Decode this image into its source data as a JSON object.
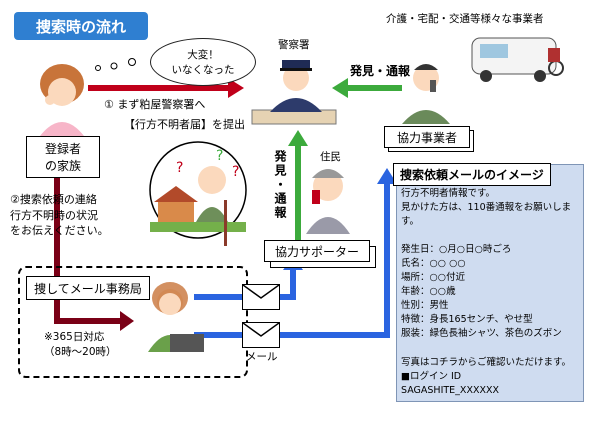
{
  "title": "捜索時の流れ",
  "cloud": {
    "line1": "大変！",
    "line2": "いなくなった"
  },
  "police_label": "警察署",
  "businesses_label": "介護・宅配・交通等様々な事業者",
  "step1": {
    "line1": "① まず粕屋警察署へ",
    "line2": "【行方不明者届】を提出"
  },
  "discovery_report": "発見・通報",
  "resident_label": "住民",
  "vertical_report": "発見・通報",
  "family": {
    "line1": "登録者",
    "line2": "の家族"
  },
  "step2": {
    "line1": "②捜索依頼の連絡",
    "line2": "行方不明時の状況",
    "line3": "をお伝えください。"
  },
  "partner_business": "協力事業者",
  "partner_supporter": "協力サポーター",
  "office": "捜してメール事務局",
  "hours": {
    "line1": "※365日対応",
    "line2": "（8時～20時）"
  },
  "mail_label": "メール",
  "mail_image": {
    "header": "捜索依頼メールのイメージ",
    "lines": [
      "行方不明者情報です。",
      "見かけた方は、110番通報をお願いしま",
      "す。",
      "",
      "発生日：○月○日○時ごろ",
      "氏名：○○ ○○",
      "場所：○○付近",
      "年齢：○○歳",
      "性別：男性",
      "特徴：身長165センチ、やせ型",
      "服装：緑色長袖シャツ、茶色のズボン",
      "",
      "写真はコチラからご確認いただけます。",
      "■ログイン ID",
      "SAGASHITE_XXXXXX"
    ]
  },
  "colors": {
    "red_arrow": "#c0001a",
    "green_arrow": "#3caa3c",
    "blue_arrow": "#2a64e0",
    "title_bg": "#2f7fd1",
    "panel_bg": "#cfdcf0"
  }
}
